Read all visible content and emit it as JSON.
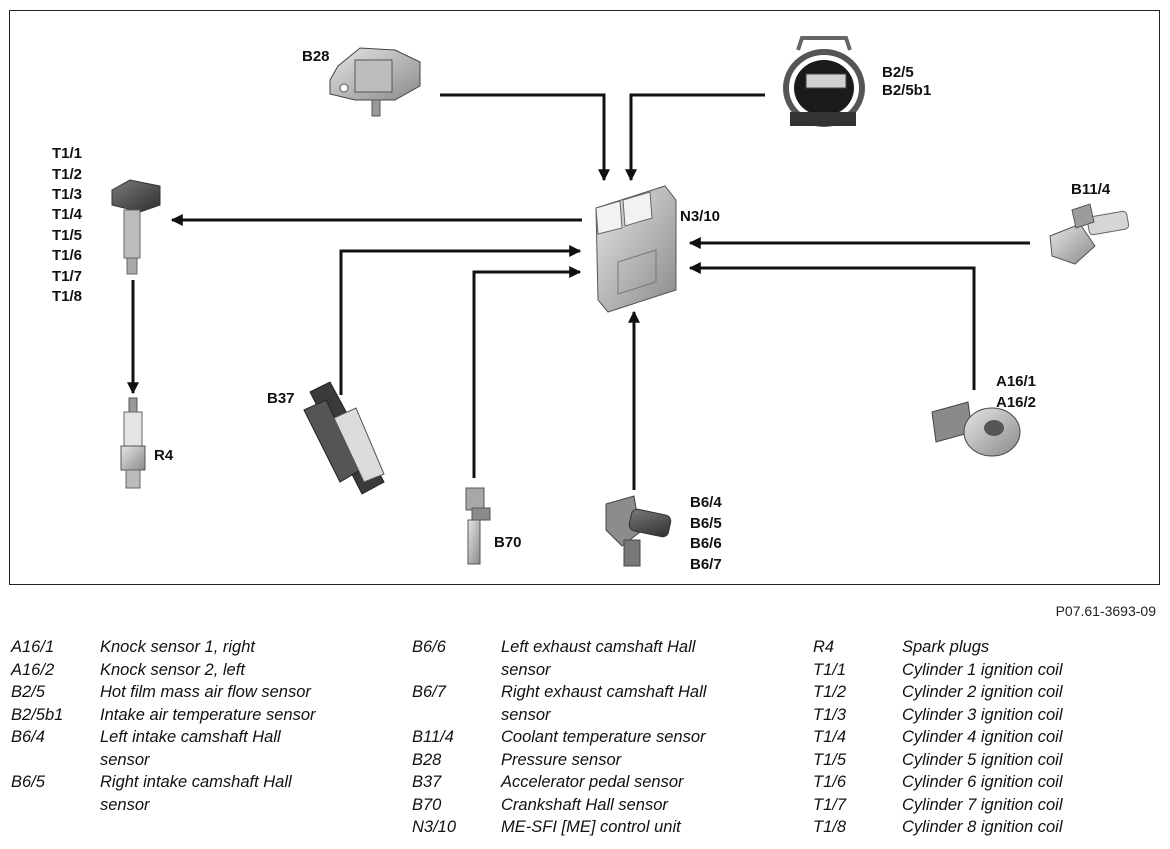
{
  "labels": {
    "b28": "B28",
    "b2_5": "B2/5",
    "b2_5b1": "B2/5b1",
    "t_coils": [
      "T1/1",
      "T1/2",
      "T1/3",
      "T1/4",
      "T1/5",
      "T1/6",
      "T1/7",
      "T1/8"
    ],
    "n3_10": "N3/10",
    "b11_4": "B11/4",
    "b37": "B37",
    "r4": "R4",
    "a16_1": "A16/1",
    "a16_2": "A16/2",
    "b70": "B70",
    "b6": [
      "B6/4",
      "B6/5",
      "B6/6",
      "B6/7"
    ]
  },
  "figure_code": "P07.61-3693-09",
  "legend": {
    "col1": [
      {
        "key": "A16/1",
        "text": [
          "Knock sensor 1, right"
        ]
      },
      {
        "key": "A16/2",
        "text": [
          "Knock sensor 2, left"
        ]
      },
      {
        "key": "B2/5",
        "text": [
          "Hot film mass air flow sensor"
        ]
      },
      {
        "key": "B2/5b1",
        "text": [
          "Intake air temperature sensor"
        ]
      },
      {
        "key": "B6/4",
        "text": [
          "Left intake camshaft Hall",
          "sensor"
        ]
      },
      {
        "key": "B6/5",
        "text": [
          "Right intake camshaft Hall",
          "sensor"
        ]
      }
    ],
    "col2": [
      {
        "key": "B6/6",
        "text": [
          "Left exhaust camshaft Hall",
          "sensor"
        ]
      },
      {
        "key": "B6/7",
        "text": [
          "Right exhaust camshaft Hall",
          "sensor"
        ]
      },
      {
        "key": "B11/4",
        "text": [
          "Coolant temperature sensor"
        ]
      },
      {
        "key": "B28",
        "text": [
          "Pressure sensor"
        ]
      },
      {
        "key": "B37",
        "text": [
          "Accelerator pedal sensor"
        ]
      },
      {
        "key": "B70",
        "text": [
          "Crankshaft Hall sensor"
        ]
      },
      {
        "key": "N3/10",
        "text": [
          "ME-SFI [ME] control unit"
        ]
      }
    ],
    "col3": [
      {
        "key": "R4",
        "text": [
          "Spark plugs"
        ]
      },
      {
        "key": "T1/1",
        "text": [
          "Cylinder 1 ignition coil"
        ]
      },
      {
        "key": "T1/2",
        "text": [
          "Cylinder 2 ignition coil"
        ]
      },
      {
        "key": "T1/3",
        "text": [
          "Cylinder 3 ignition coil"
        ]
      },
      {
        "key": "T1/4",
        "text": [
          "Cylinder 4 ignition coil"
        ]
      },
      {
        "key": "T1/5",
        "text": [
          "Cylinder 5 ignition coil"
        ]
      },
      {
        "key": "T1/6",
        "text": [
          "Cylinder 6 ignition coil"
        ]
      },
      {
        "key": "T1/7",
        "text": [
          "Cylinder 7 ignition coil"
        ]
      },
      {
        "key": "T1/8",
        "text": [
          "Cylinder 8 ignition coil"
        ]
      }
    ]
  }
}
